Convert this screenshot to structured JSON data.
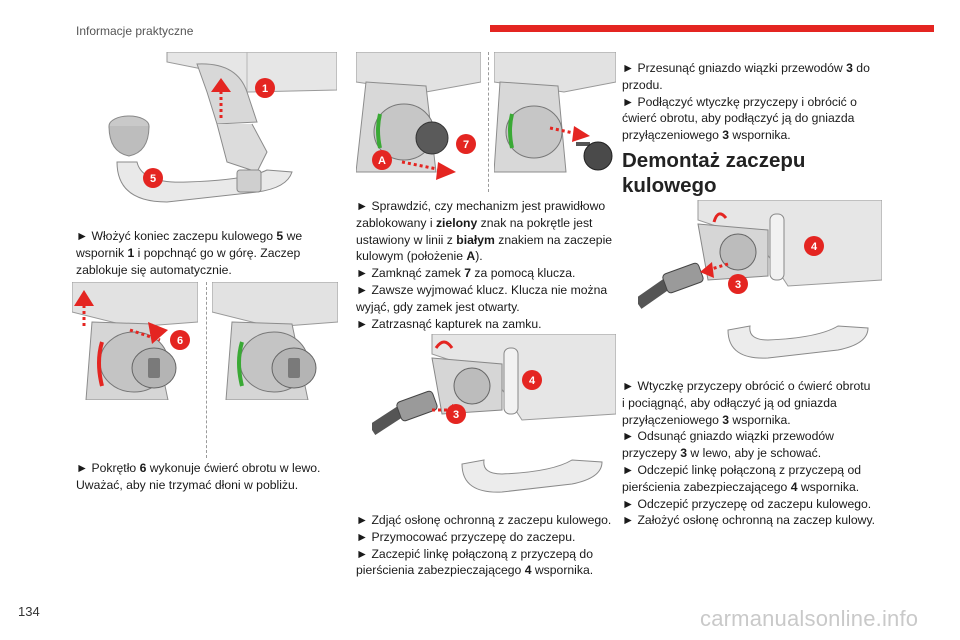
{
  "header": {
    "section": "Informacje praktyczne"
  },
  "page_number": "134",
  "watermark": "carmanualsonline.info",
  "steps": {
    "s1": {
      "b": "►",
      "p1": "Włożyć koniec zaczepu kulowego ",
      "n1": "5",
      "p2": " we",
      "p3": "wspornik ",
      "n2": "1",
      "p4": " i popchnąć go w górę. Zaczep",
      "p5": "zablokuje się automatycznie."
    },
    "s2": {
      "b": "►",
      "p1": "Pokrętło ",
      "n1": "6",
      "p2": " wykonuje ćwierć obrotu w lewo.",
      "p3": "Uważać, aby nie trzymać dłoni w pobliżu."
    },
    "s3": {
      "b": "►",
      "p1": "Sprawdzić, czy mechanizm jest prawidłowo",
      "p2": "zablokowany i ",
      "e1": "zielony",
      "p3": " znak na pokrętle jest",
      "p4": "ustawiony w linii z ",
      "e2": "białym",
      "p5": " znakiem na zaczepie",
      "p6": "kulowym (położenie ",
      "e3": "A",
      "p7": ")."
    },
    "s4": {
      "b": "►",
      "p1": "Zamknąć zamek ",
      "n1": "7",
      "p2": " za pomocą klucza."
    },
    "s5": {
      "b": "►",
      "p1": "Zawsze wyjmować klucz. Klucza nie można",
      "p2": "wyjąć, gdy zamek jest otwarty."
    },
    "s6": {
      "b": "►",
      "p1": "Zatrzasnąć kapturek na zamku."
    },
    "s7": {
      "b": "►",
      "p1": "Zdjąć osłonę ochronną z zaczepu kulowego."
    },
    "s8": {
      "b": "►",
      "p1": "Przymocować przyczepę do zaczepu."
    },
    "s9": {
      "b": "►",
      "p1": "Zaczepić linkę połączoną z przyczepą do",
      "p2": "pierścienia zabezpieczającego ",
      "n1": "4",
      "p3": " wspornika."
    },
    "s10": {
      "b": "►",
      "p1": "Przesunąć gniazdo wiązki przewodów ",
      "n1": "3",
      "p2": " do",
      "p3": "przodu."
    },
    "s11": {
      "b": "►",
      "p1": "Podłączyć wtyczkę przyczepy i obrócić o",
      "p2": "ćwierć obrotu, aby podłączyć ją do gniazda",
      "p3": "przyłączeniowego ",
      "n1": "3",
      "p4": " wspornika."
    },
    "s12": {
      "b": "►",
      "p1": "Wtyczkę przyczepy obrócić o ćwierć obrotu",
      "p2": "i pociągnąć, aby odłączyć ją od gniazda",
      "p3": "przyłączeniowego ",
      "n1": "3",
      "p4": " wspornika."
    },
    "s13": {
      "b": "►",
      "p1": "Odsunąć gniazdo wiązki przewodów",
      "p2": "przyczepy ",
      "n1": "3",
      "p3": " w lewo, aby je schować."
    },
    "s14": {
      "b": "►",
      "p1": "Odczepić linkę połączoną z przyczepą od",
      "p2": "pierścienia zabezpieczającego ",
      "n1": "4",
      "p3": " wspornika."
    },
    "s15": {
      "b": "►",
      "p1": "Odczepić przyczepę od zaczepu kulowego."
    },
    "s16": {
      "b": "►",
      "p1": "Założyć osłonę ochronną na zaczep kulowy."
    }
  },
  "section_title": {
    "line1": "Demontaż zaczepu",
    "line2": "kulowego"
  },
  "callouts": {
    "c1": "1",
    "c5": "5",
    "c6": "6",
    "c7": "7",
    "cA": "A",
    "c4": "4",
    "c3": "3"
  },
  "colors": {
    "accent_red": "#e42521",
    "marker_green": "#3aa935",
    "illustration_gray": "#8a8a8a"
  }
}
